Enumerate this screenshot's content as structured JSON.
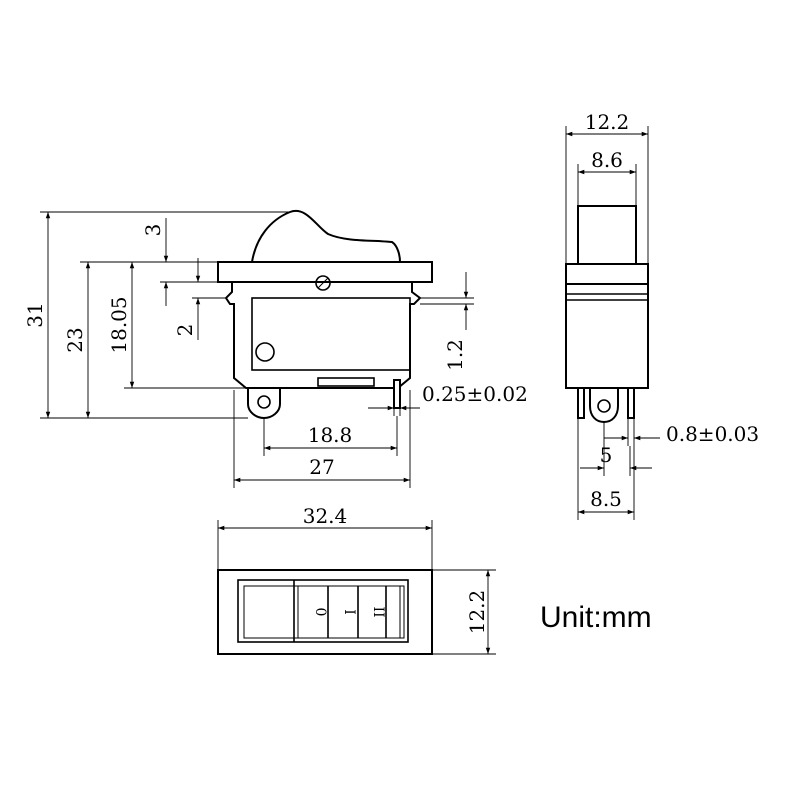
{
  "dimensions": {
    "side_total_height": "31",
    "side_body_height": "23",
    "side_inner_height": "18.05",
    "side_rocker_offset": "3",
    "side_flange": "2",
    "side_step": "1.2",
    "side_terminal_thickness": "0.25±0.02",
    "side_terminal_span": "18.8",
    "side_body_width": "27",
    "end_total_width": "12.2",
    "end_rocker_width": "8.6",
    "end_terminal_thickness": "0.8±0.03",
    "end_terminal_pitch": "5",
    "end_base_width": "8.5",
    "top_length": "32.4",
    "top_width": "12.2"
  },
  "markings": {
    "off": "0",
    "on1": "I",
    "on2": "II"
  },
  "unit_label": "Unit:mm"
}
